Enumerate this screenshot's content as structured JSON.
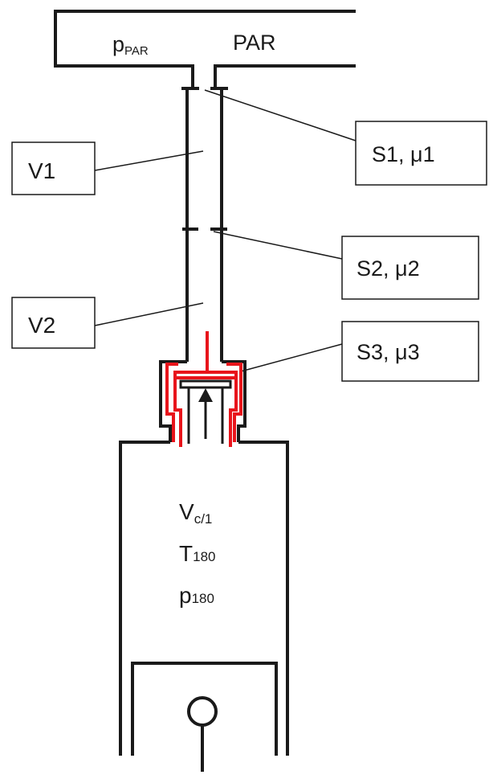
{
  "receiver": {
    "pressure_main": "p",
    "pressure_sub": "PAR",
    "name": "PAR"
  },
  "labels": {
    "v1": "V1",
    "v2": "V2",
    "s1": "S1, μ1",
    "s2": "S2, μ2",
    "s3": "S3, μ3"
  },
  "cylinder": {
    "volume_main": "V",
    "volume_sub": "c/1",
    "temp_main": "T",
    "temp_sub": "180",
    "pressure_main": "p",
    "pressure_sub": "180"
  },
  "colors": {
    "line": "#1a1a1a",
    "valve": "#e8141b"
  }
}
